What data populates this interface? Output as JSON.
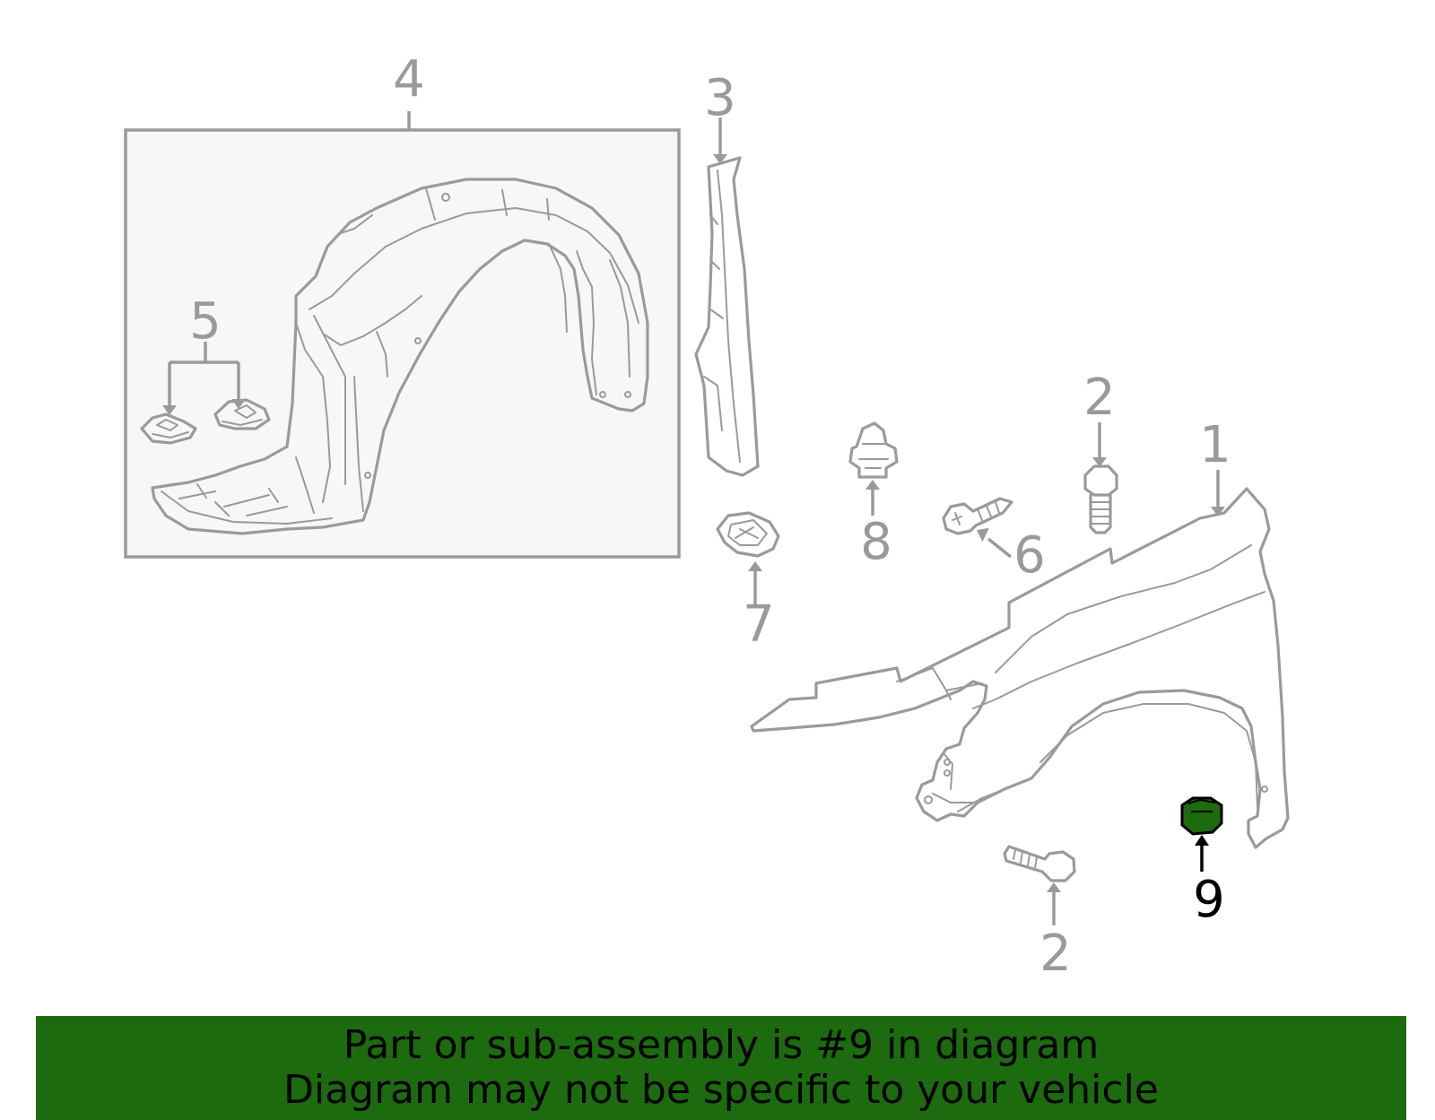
{
  "diagram": {
    "callouts": [
      {
        "id": "1",
        "label": "1",
        "highlighted": false
      },
      {
        "id": "2a",
        "label": "2",
        "highlighted": false
      },
      {
        "id": "2b",
        "label": "2",
        "highlighted": false
      },
      {
        "id": "3",
        "label": "3",
        "highlighted": false
      },
      {
        "id": "4",
        "label": "4",
        "highlighted": false
      },
      {
        "id": "5",
        "label": "5",
        "highlighted": false
      },
      {
        "id": "6",
        "label": "6",
        "highlighted": false
      },
      {
        "id": "7",
        "label": "7",
        "highlighted": false
      },
      {
        "id": "8",
        "label": "8",
        "highlighted": false
      },
      {
        "id": "9",
        "label": "9",
        "highlighted": true
      }
    ]
  },
  "banner": {
    "line1": "Part or sub-assembly is #9 in diagram",
    "line2": "Diagram may not be specific to your vehicle"
  },
  "colors": {
    "line_gray": "#9a9a9a",
    "box_fill": "#f7f7f7",
    "highlight_green": "#1d6b0f",
    "highlight_text": "#000000",
    "background": "#ffffff"
  }
}
